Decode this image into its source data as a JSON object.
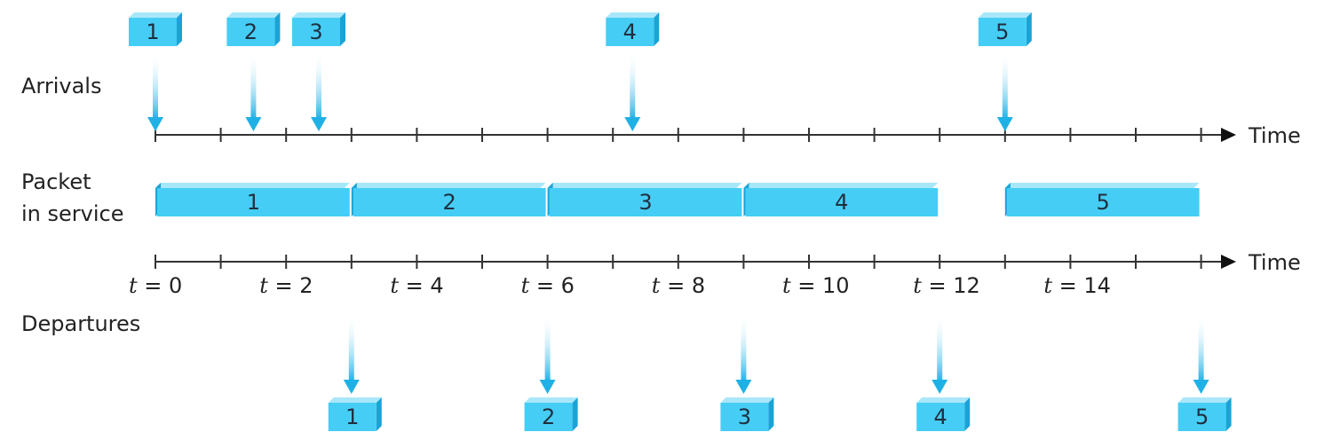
{
  "labels": {
    "arrivals": "Arrivals",
    "packet_line1": "Packet",
    "packet_line2": "in service",
    "departures": "Departures",
    "time_top": "Time",
    "time_bottom": "Time"
  },
  "tick_labels": [
    {
      "var": "t",
      "text": " = 0"
    },
    {
      "var": "t",
      "text": " = 2"
    },
    {
      "var": "t",
      "text": " = 4"
    },
    {
      "var": "t",
      "text": " = 6"
    },
    {
      "var": "t",
      "text": " = 8"
    },
    {
      "var": "t",
      "text": " = 10"
    },
    {
      "var": "t",
      "text": " = 12"
    },
    {
      "var": "t",
      "text": " = 14"
    }
  ],
  "packets": [
    {
      "id": "1",
      "arrival": 0,
      "service_start": 0,
      "departure": 3
    },
    {
      "id": "2",
      "arrival": 1.5,
      "service_start": 3,
      "departure": 6
    },
    {
      "id": "3",
      "arrival": 2.5,
      "service_start": 6,
      "departure": 9
    },
    {
      "id": "4",
      "arrival": 7.3,
      "service_start": 9,
      "departure": 12
    },
    {
      "id": "5",
      "arrival": 13,
      "service_start": 13,
      "departure": 16
    }
  ],
  "colors": {
    "box": "#45cdf5",
    "box_dark": "#1aa3d6",
    "box_light": "#a8e7fa",
    "arrow": "#1fb1e6",
    "axis": "#333333"
  }
}
